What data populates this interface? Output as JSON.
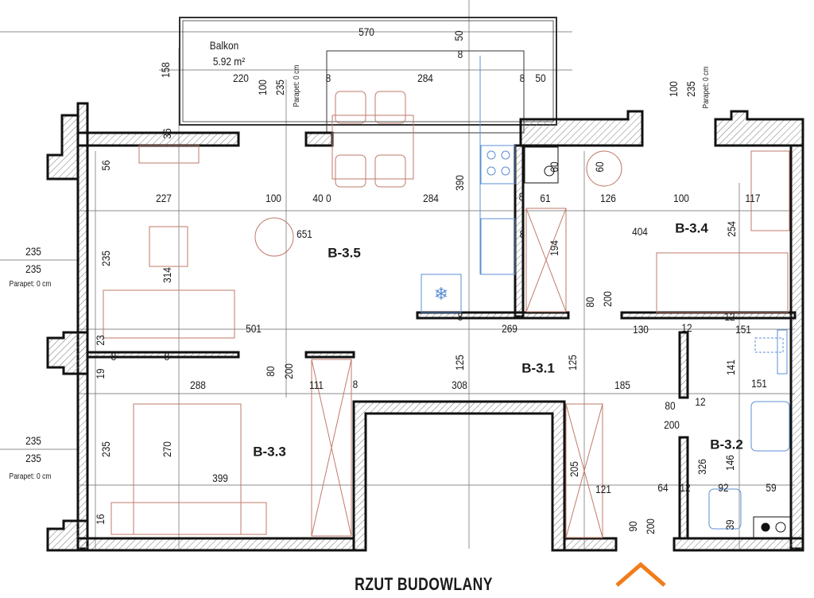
{
  "plan_title": "RZUT BUDOWLANY",
  "rooms": {
    "living": "B-3.5",
    "bedroom2": "B-3.4",
    "hall": "B-3.1",
    "bath": "B-3.2",
    "bedroom1": "B-3.3"
  },
  "balcony": {
    "name": "Balkon",
    "area": "5.92 m²"
  },
  "parapet": "Parapet: 0 cm",
  "dims": [
    "570",
    "50",
    "158",
    "220",
    "100",
    "235",
    "8",
    "284",
    "8",
    "50",
    "100",
    "235",
    "36",
    "56",
    "390",
    "60",
    "60",
    "227",
    "100",
    "40 0",
    "284",
    "8",
    "61",
    "126",
    "100",
    "117",
    "651",
    "404",
    "254",
    "235",
    "235",
    "235",
    "314",
    "8",
    "194",
    "80",
    "200",
    "8",
    "269",
    "130",
    "12",
    "12",
    "151",
    "501",
    "23",
    "8",
    "8",
    "125",
    "125",
    "80",
    "200",
    "111",
    "8",
    "141",
    "151",
    "19",
    "288",
    "308",
    "185",
    "80",
    "12",
    "200",
    "235",
    "235",
    "235",
    "270",
    "146",
    "326",
    "399",
    "205",
    "121",
    "64",
    "92",
    "59",
    "16",
    "90",
    "200",
    "39",
    "12",
    "8"
  ],
  "colors": {
    "wall": "#111111",
    "furniture": "#c07a6a",
    "plumbing": "#5b8fd4",
    "dimension": "#555555",
    "north_arrow": "#f07c1a"
  }
}
